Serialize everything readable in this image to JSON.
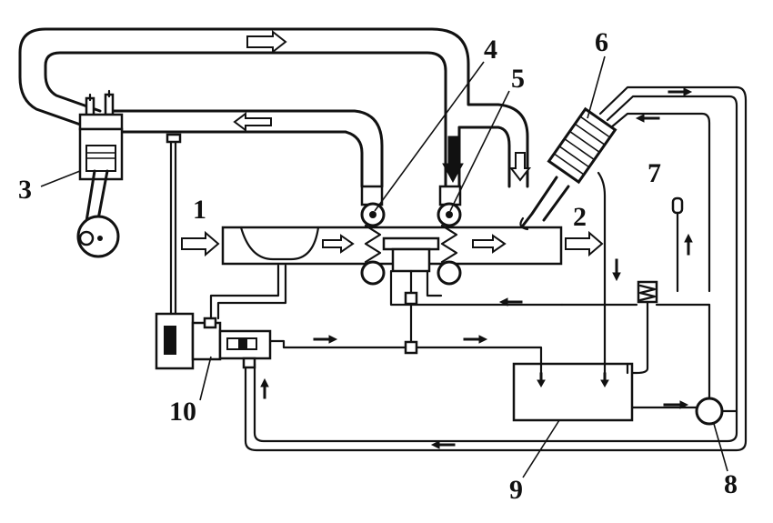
{
  "labels": {
    "n1": "1",
    "n2": "2",
    "n3": "3",
    "n4": "4",
    "n5": "5",
    "n6": "6",
    "n7": "7",
    "n8": "8",
    "n9": "9",
    "n10": "10"
  },
  "colors": {
    "ink": "#111111",
    "paper": "#ffffff"
  }
}
